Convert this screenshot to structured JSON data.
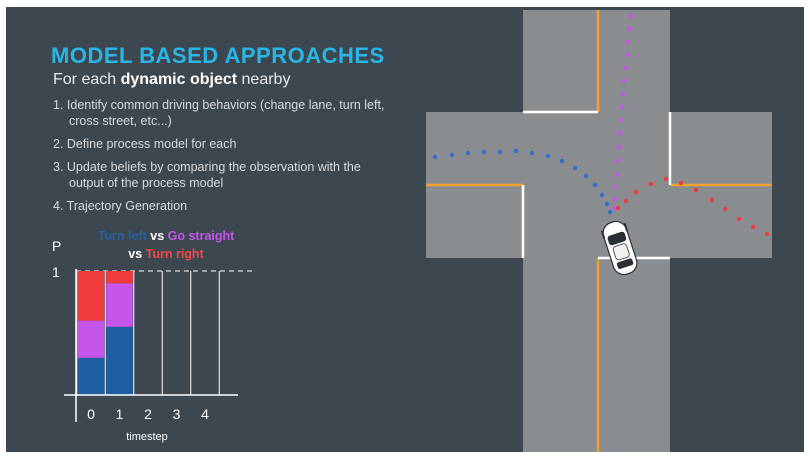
{
  "slide": {
    "title": "MODEL BASED APPROACHES",
    "subtitle_prefix": "For each ",
    "subtitle_bold": "dynamic object",
    "subtitle_suffix": " nearby",
    "items": [
      "1. Identify common driving behaviors (change lane, turn left, cross street, etc...)",
      "2. Define process model for each",
      "3. Update beliefs by comparing the observation with the output of the process model",
      "4. Trajectory Generation"
    ]
  },
  "chart_data": {
    "type": "bar",
    "stacked": true,
    "ylabel": "P",
    "xlabel": "timestep",
    "y_tick_labels": [
      "1"
    ],
    "ylim": [
      0,
      1
    ],
    "categories": [
      "0",
      "1",
      "2",
      "3",
      "4"
    ],
    "legend": {
      "left_label": "Turn left",
      "vs_1": "vs",
      "straight_label": "Go straight",
      "vs_2": "vs",
      "right_label": "Turn right"
    },
    "series": [
      {
        "name": "Turn left",
        "color": "#1e5fa3",
        "values": [
          0.3,
          0.55,
          null,
          null,
          null
        ]
      },
      {
        "name": "Go straight",
        "color": "#c655ea",
        "values": [
          0.3,
          0.35,
          null,
          null,
          null
        ]
      },
      {
        "name": "Turn right",
        "color": "#ee3b3b",
        "values": [
          0.4,
          0.1,
          null,
          null,
          null
        ]
      }
    ]
  },
  "colors": {
    "background": "#3c4750",
    "road": "#8a8d90",
    "lane_yellow": "#f0a030",
    "stop_line": "#ffffff",
    "left_dots": "#2f6fcf",
    "straight_dots": "#c655ea",
    "right_dots": "#ee3b3b"
  }
}
